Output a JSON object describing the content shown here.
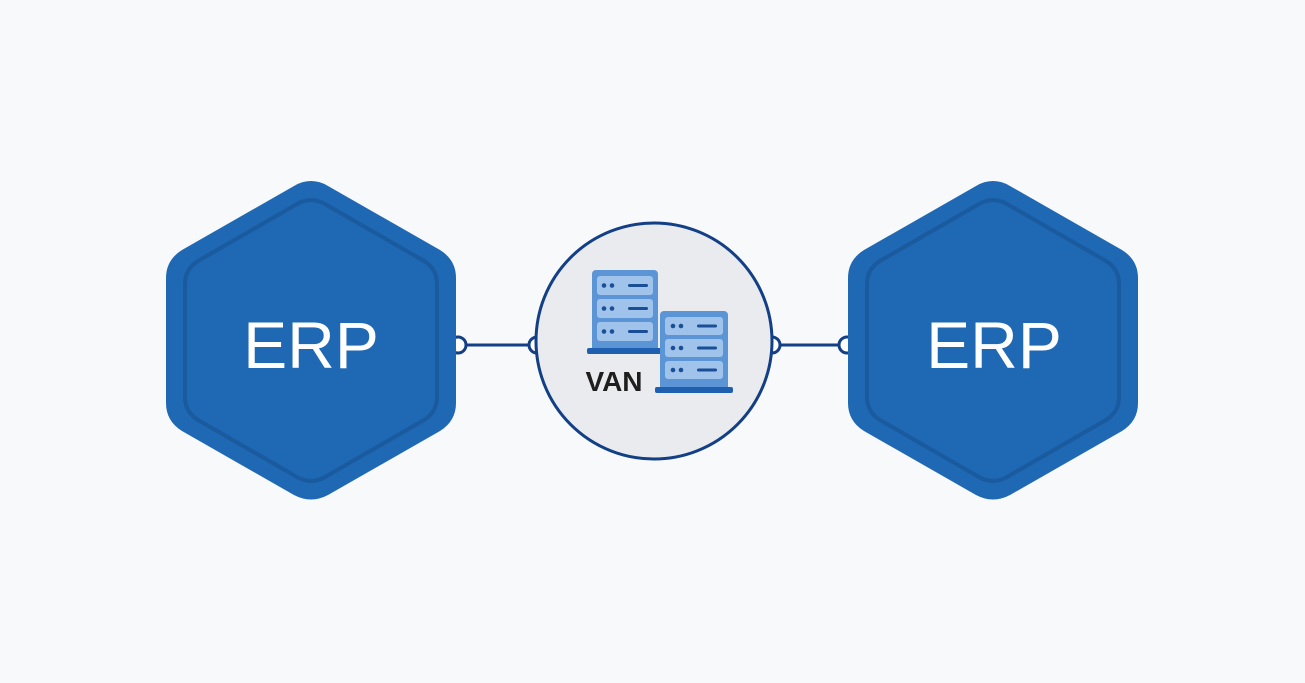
{
  "diagram": {
    "left_node": {
      "label": "ERP"
    },
    "center_node": {
      "label": "VAN"
    },
    "right_node": {
      "label": "ERP"
    }
  },
  "colors": {
    "background": "#f8f9fa",
    "hexagon_fill": "#1f68b3",
    "hexagon_inner_stroke": "#1a5a9e",
    "connector": "#123f86",
    "circle_fill": "#e9ebee",
    "circle_stroke": "#123f86",
    "server_body": "#5b95d6",
    "server_slot": "#9fc3ea",
    "server_detail": "#1a4f96",
    "server_base": "#1f5fb0",
    "label_light": "#ffffff",
    "label_dark": "#1e1e1e"
  },
  "icons": [
    "server-rack-icon"
  ]
}
